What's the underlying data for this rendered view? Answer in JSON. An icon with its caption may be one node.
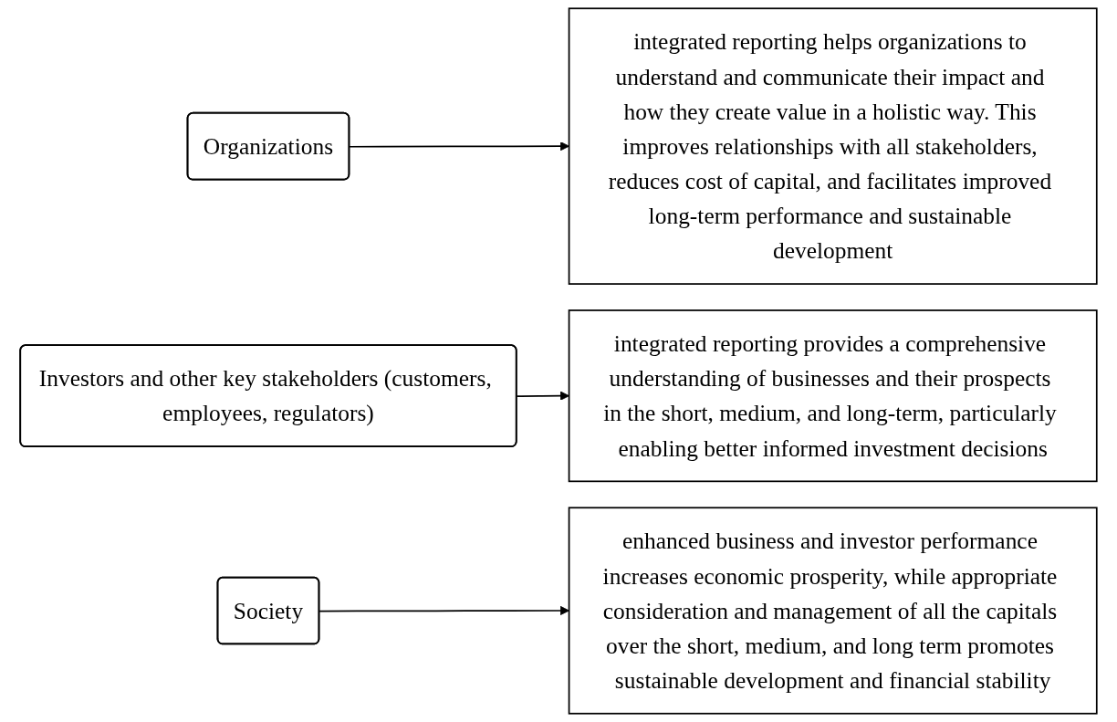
{
  "diagram": {
    "nodes": [
      {
        "text": [
          "Organizations"
        ]
      },
      {
        "text": [
          "integrated reporting helps organizations to understand and communicate their impact and how they create value in a holistic way. This improves relationships with all stakeholders, reduces cost of capital, and facilitates improved long-term performance and sustainable development"
        ]
      },
      {
        "text": [
          "Investors and other key stakeholders (customers, employees, regulators)"
        ]
      },
      {
        "text": [
          "integrated reporting provides a comprehensive understanding of businesses and their prospects in the short, medium, and long-term, particularly enabling better informed investment decisions"
        ]
      },
      {
        "text": [
          "Society"
        ]
      },
      {
        "text": [
          "enhanced business and investor performance increases economic prosperity, while appropriate consideration and management of all the capitals over the short, medium, and long term promotes sustainable development and financial stability"
        ]
      }
    ],
    "edges": [
      {
        "from": 0,
        "to": 1,
        "arrow": "to"
      },
      {
        "from": 2,
        "to": 3,
        "arrow": "to"
      },
      {
        "from": 4,
        "to": 5,
        "arrow": "to"
      }
    ]
  }
}
